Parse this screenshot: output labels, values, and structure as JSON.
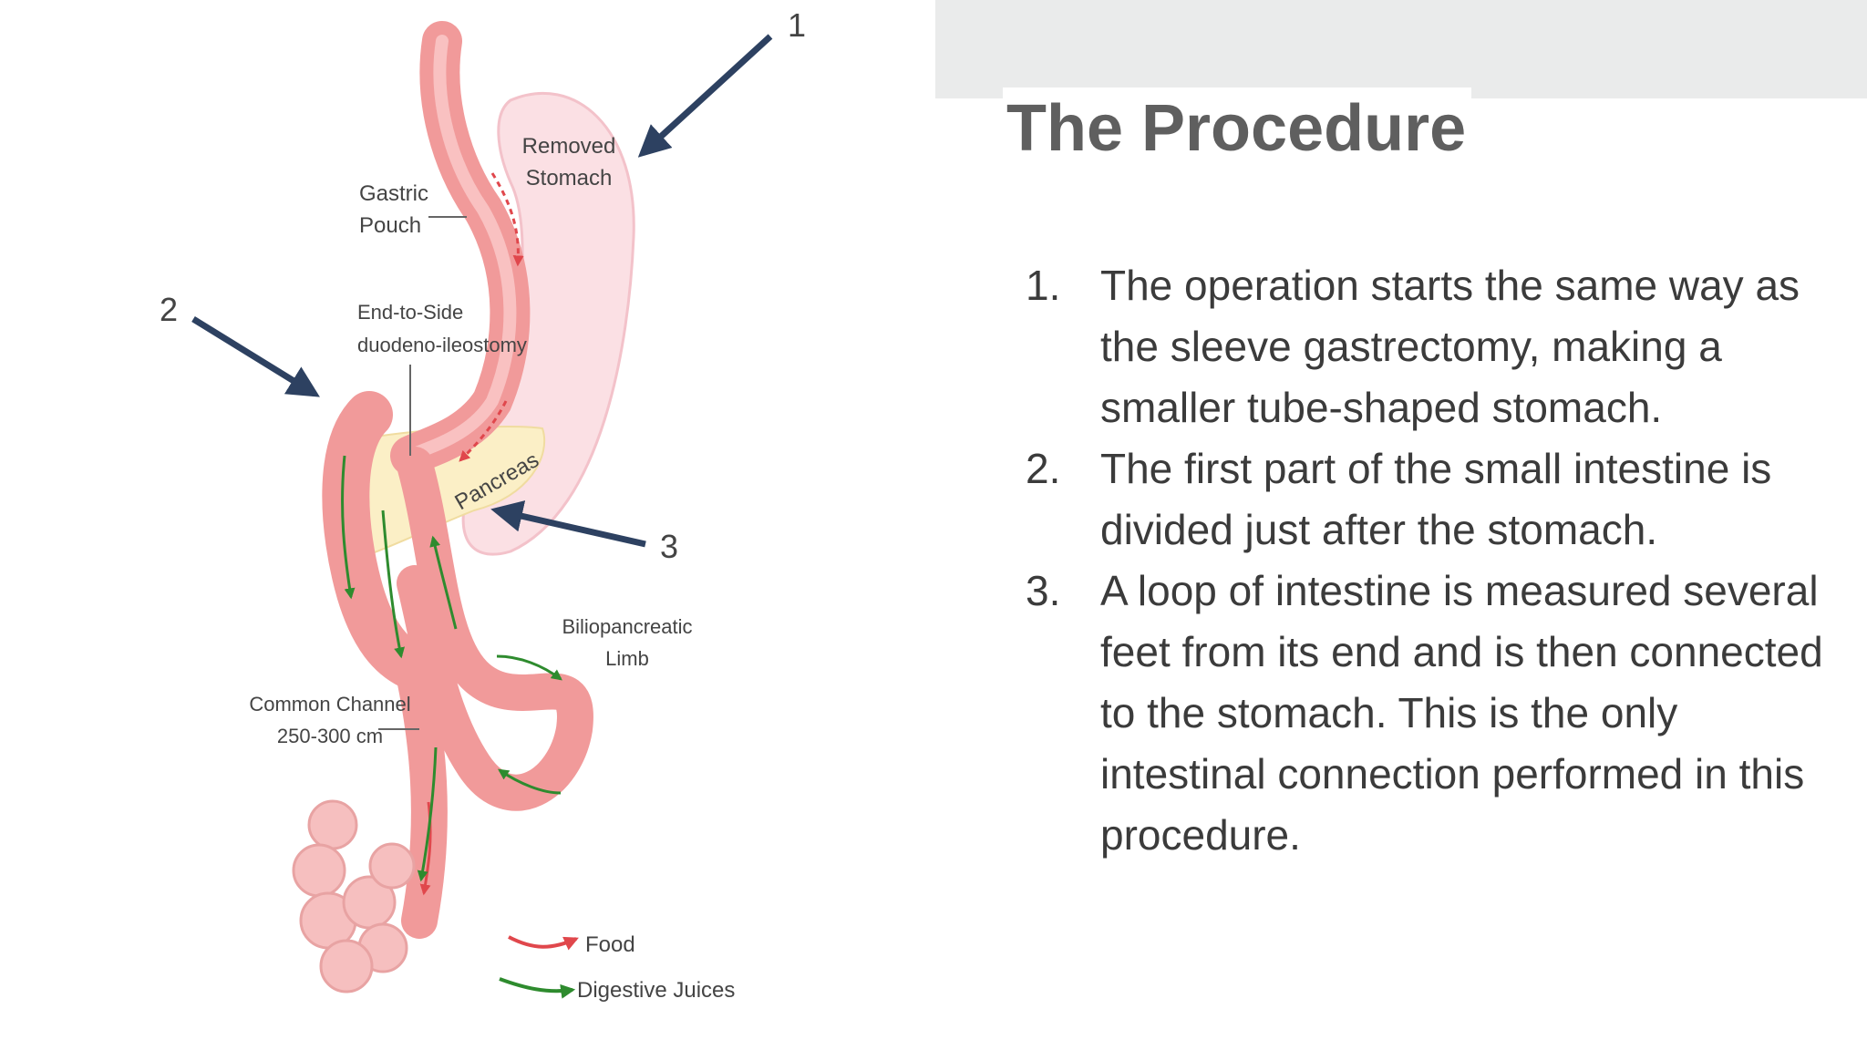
{
  "slide": {
    "title": "The Procedure",
    "steps": [
      {
        "num": "1.",
        "text": "The operation starts the same way as the sleeve gastrectomy, making a smaller tube-shaped stomach."
      },
      {
        "num": "2.",
        "text": "The first part of the small intestine is divided just after the stomach."
      },
      {
        "num": "3.",
        "text": "A loop of intestine is measured several feet from its end and is then connected to the stomach. This is the only intestinal connection performed in this procedure."
      }
    ]
  },
  "diagram": {
    "labels": {
      "removed_stomach": [
        "Removed",
        "Stomach"
      ],
      "gastric_pouch": [
        "Gastric",
        "Pouch"
      ],
      "end_to_side": [
        "End-to-Side",
        "duodeno-ileostomy"
      ],
      "pancreas": "Pancreas",
      "biliopancreatic": [
        "Biliopancreatic",
        "Limb"
      ],
      "common_channel": [
        "Common Channel",
        "250-300 cm"
      ]
    },
    "markers": [
      "1",
      "2",
      "3"
    ],
    "legend": [
      {
        "label": "Food",
        "color": "#e0474c"
      },
      {
        "label": "Digestive Juices",
        "color": "#2e8b2e"
      }
    ],
    "colors": {
      "arrow": "#2d4161",
      "intestine": "#f19a9a",
      "removed_stomach": "#fbe0e4",
      "pancreas": "#fbefc6"
    }
  }
}
